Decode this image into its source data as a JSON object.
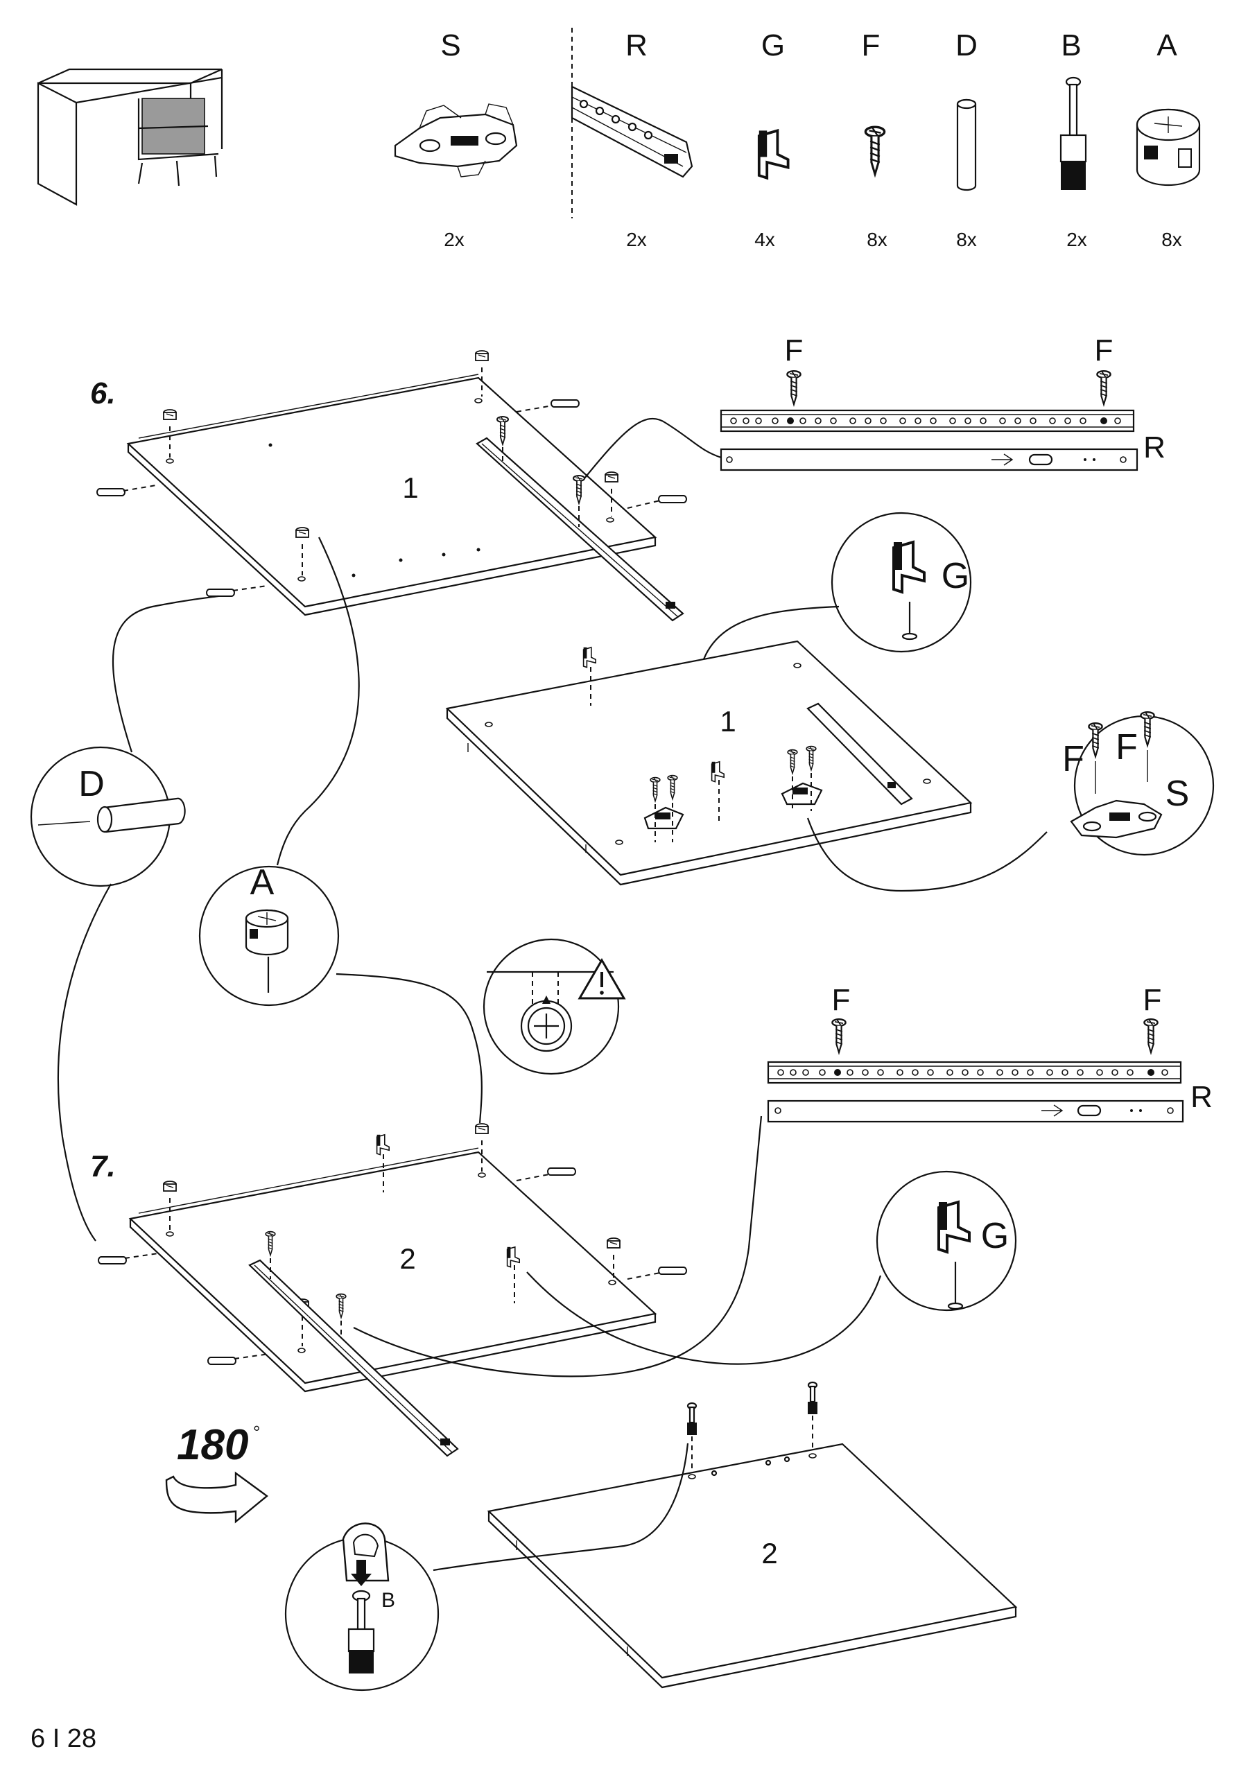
{
  "parts": [
    {
      "letter": "S",
      "qty": "2x"
    },
    {
      "letter": "R",
      "qty": "2x"
    },
    {
      "letter": "G",
      "qty": "4x"
    },
    {
      "letter": "F",
      "qty": "8x"
    },
    {
      "letter": "D",
      "qty": "8x"
    },
    {
      "letter": "B",
      "qty": "2x"
    },
    {
      "letter": "A",
      "qty": "8x"
    }
  ],
  "steps": {
    "step6": "6.",
    "step7": "7."
  },
  "panels": {
    "p6_top": "1",
    "p6_bottom": "1",
    "p7_top": "2",
    "p7_bottom": "2"
  },
  "callouts": {
    "rail_F1": "F",
    "rail_F2": "F",
    "rail_R": "R",
    "g6": "G",
    "d": "D",
    "a": "A",
    "fs_F1": "F",
    "fs_F2": "F",
    "fs_S": "S",
    "rail7_F1": "F",
    "rail7_F2": "F",
    "rail7_R": "R",
    "g7": "G",
    "b": "B"
  },
  "rotate": {
    "value": "180",
    "unit": "°"
  },
  "footer": {
    "page": "6 I 28"
  }
}
